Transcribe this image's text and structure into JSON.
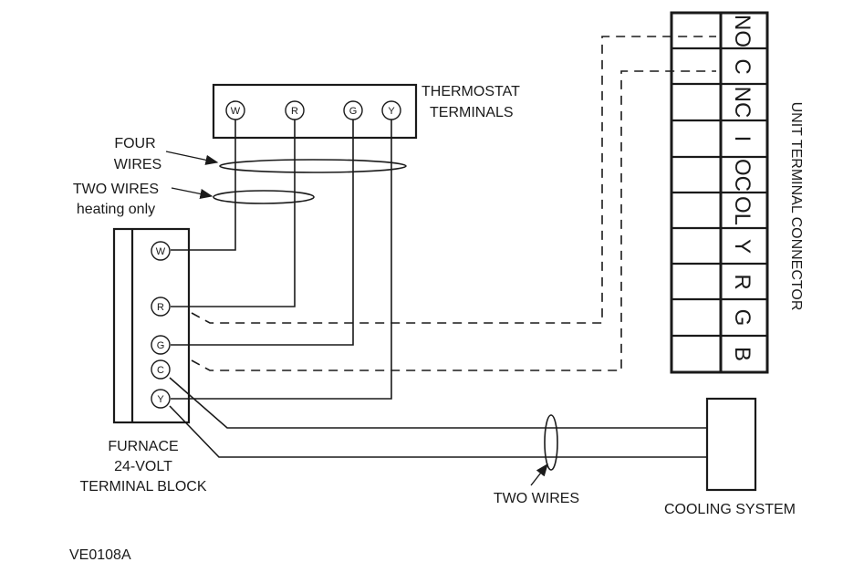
{
  "thermostat": {
    "label_line1": "THERMOSTAT",
    "label_line2": "TERMINALS",
    "terminals": [
      "W",
      "R",
      "G",
      "Y"
    ]
  },
  "furnace": {
    "label_line1": "FURNACE",
    "label_line2": "24-VOLT",
    "label_line3": "TERMINAL BLOCK",
    "terminals": [
      "W",
      "R",
      "G",
      "C",
      "Y"
    ]
  },
  "unit_connector": {
    "label": "UNIT TERMINAL CONNECTOR",
    "terminals": [
      "NO",
      "C",
      "NC",
      "I",
      "OC",
      "OL",
      "Y",
      "R",
      "G",
      "B"
    ]
  },
  "annotations": {
    "four_wires_line1": "FOUR",
    "four_wires_line2": "WIRES",
    "two_wires_line1": "TWO WIRES",
    "two_wires_line2": "heating only",
    "two_wires_bottom": "TWO WIRES",
    "cooling_system": "COOLING SYSTEM",
    "figure_code": "VE0108A"
  }
}
